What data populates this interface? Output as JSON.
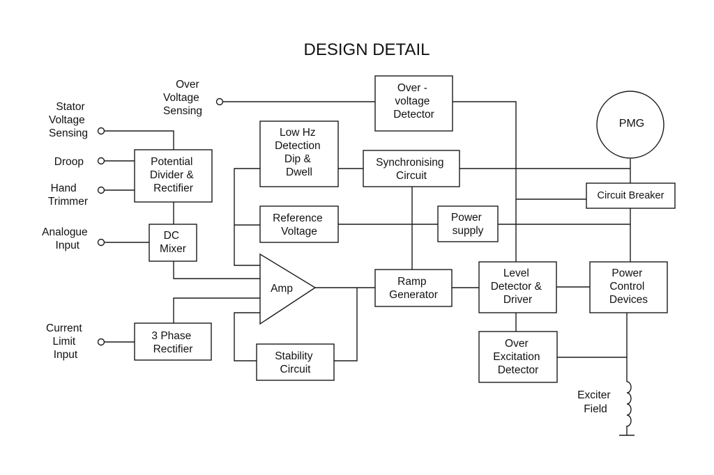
{
  "title": "DESIGN DETAIL",
  "blocks": {
    "over_voltage_detector": [
      "Over -",
      "voltage",
      "Detector"
    ],
    "low_hz": [
      "Low Hz",
      "Detection",
      "Dip &",
      "Dwell"
    ],
    "synchronising": [
      "Synchronising",
      "Circuit"
    ],
    "potential_divider": [
      "Potential",
      "Divider &",
      "Rectifier"
    ],
    "reference_voltage": [
      "Reference",
      "Voltage"
    ],
    "power_supply": [
      "Power",
      "supply"
    ],
    "dc_mixer": [
      "DC",
      "Mixer"
    ],
    "amp": [
      "Amp"
    ],
    "ramp_generator": [
      "Ramp",
      "Generator"
    ],
    "level_detector": [
      "Level",
      "Detector &",
      "Driver"
    ],
    "power_control": [
      "Power",
      "Control",
      "Devices"
    ],
    "three_phase_rectifier": [
      "3 Phase",
      "Rectifier"
    ],
    "stability": [
      "Stability",
      "Circuit"
    ],
    "over_excitation": [
      "Over",
      "Excitation",
      "Detector"
    ],
    "circuit_breaker": [
      "Circuit Breaker"
    ],
    "pmg": [
      "PMG"
    ]
  },
  "inputs": {
    "over_voltage_sensing": [
      "Over",
      "Voltage",
      "Sensing"
    ],
    "stator_voltage_sensing": [
      "Stator",
      "Voltage",
      "Sensing"
    ],
    "droop": [
      "Droop"
    ],
    "hand_trimmer": [
      "Hand",
      "Trimmer"
    ],
    "analogue_input": [
      "Analogue",
      "Input"
    ],
    "current_limit_input": [
      "Current",
      "Limit",
      "Input"
    ]
  },
  "outputs": {
    "exciter_field": [
      "Exciter",
      "Field"
    ]
  },
  "icons": {
    "exciter_coil": "inductor-coil-icon",
    "ground": "ground-icon",
    "terminal": "input-terminal-icon"
  }
}
